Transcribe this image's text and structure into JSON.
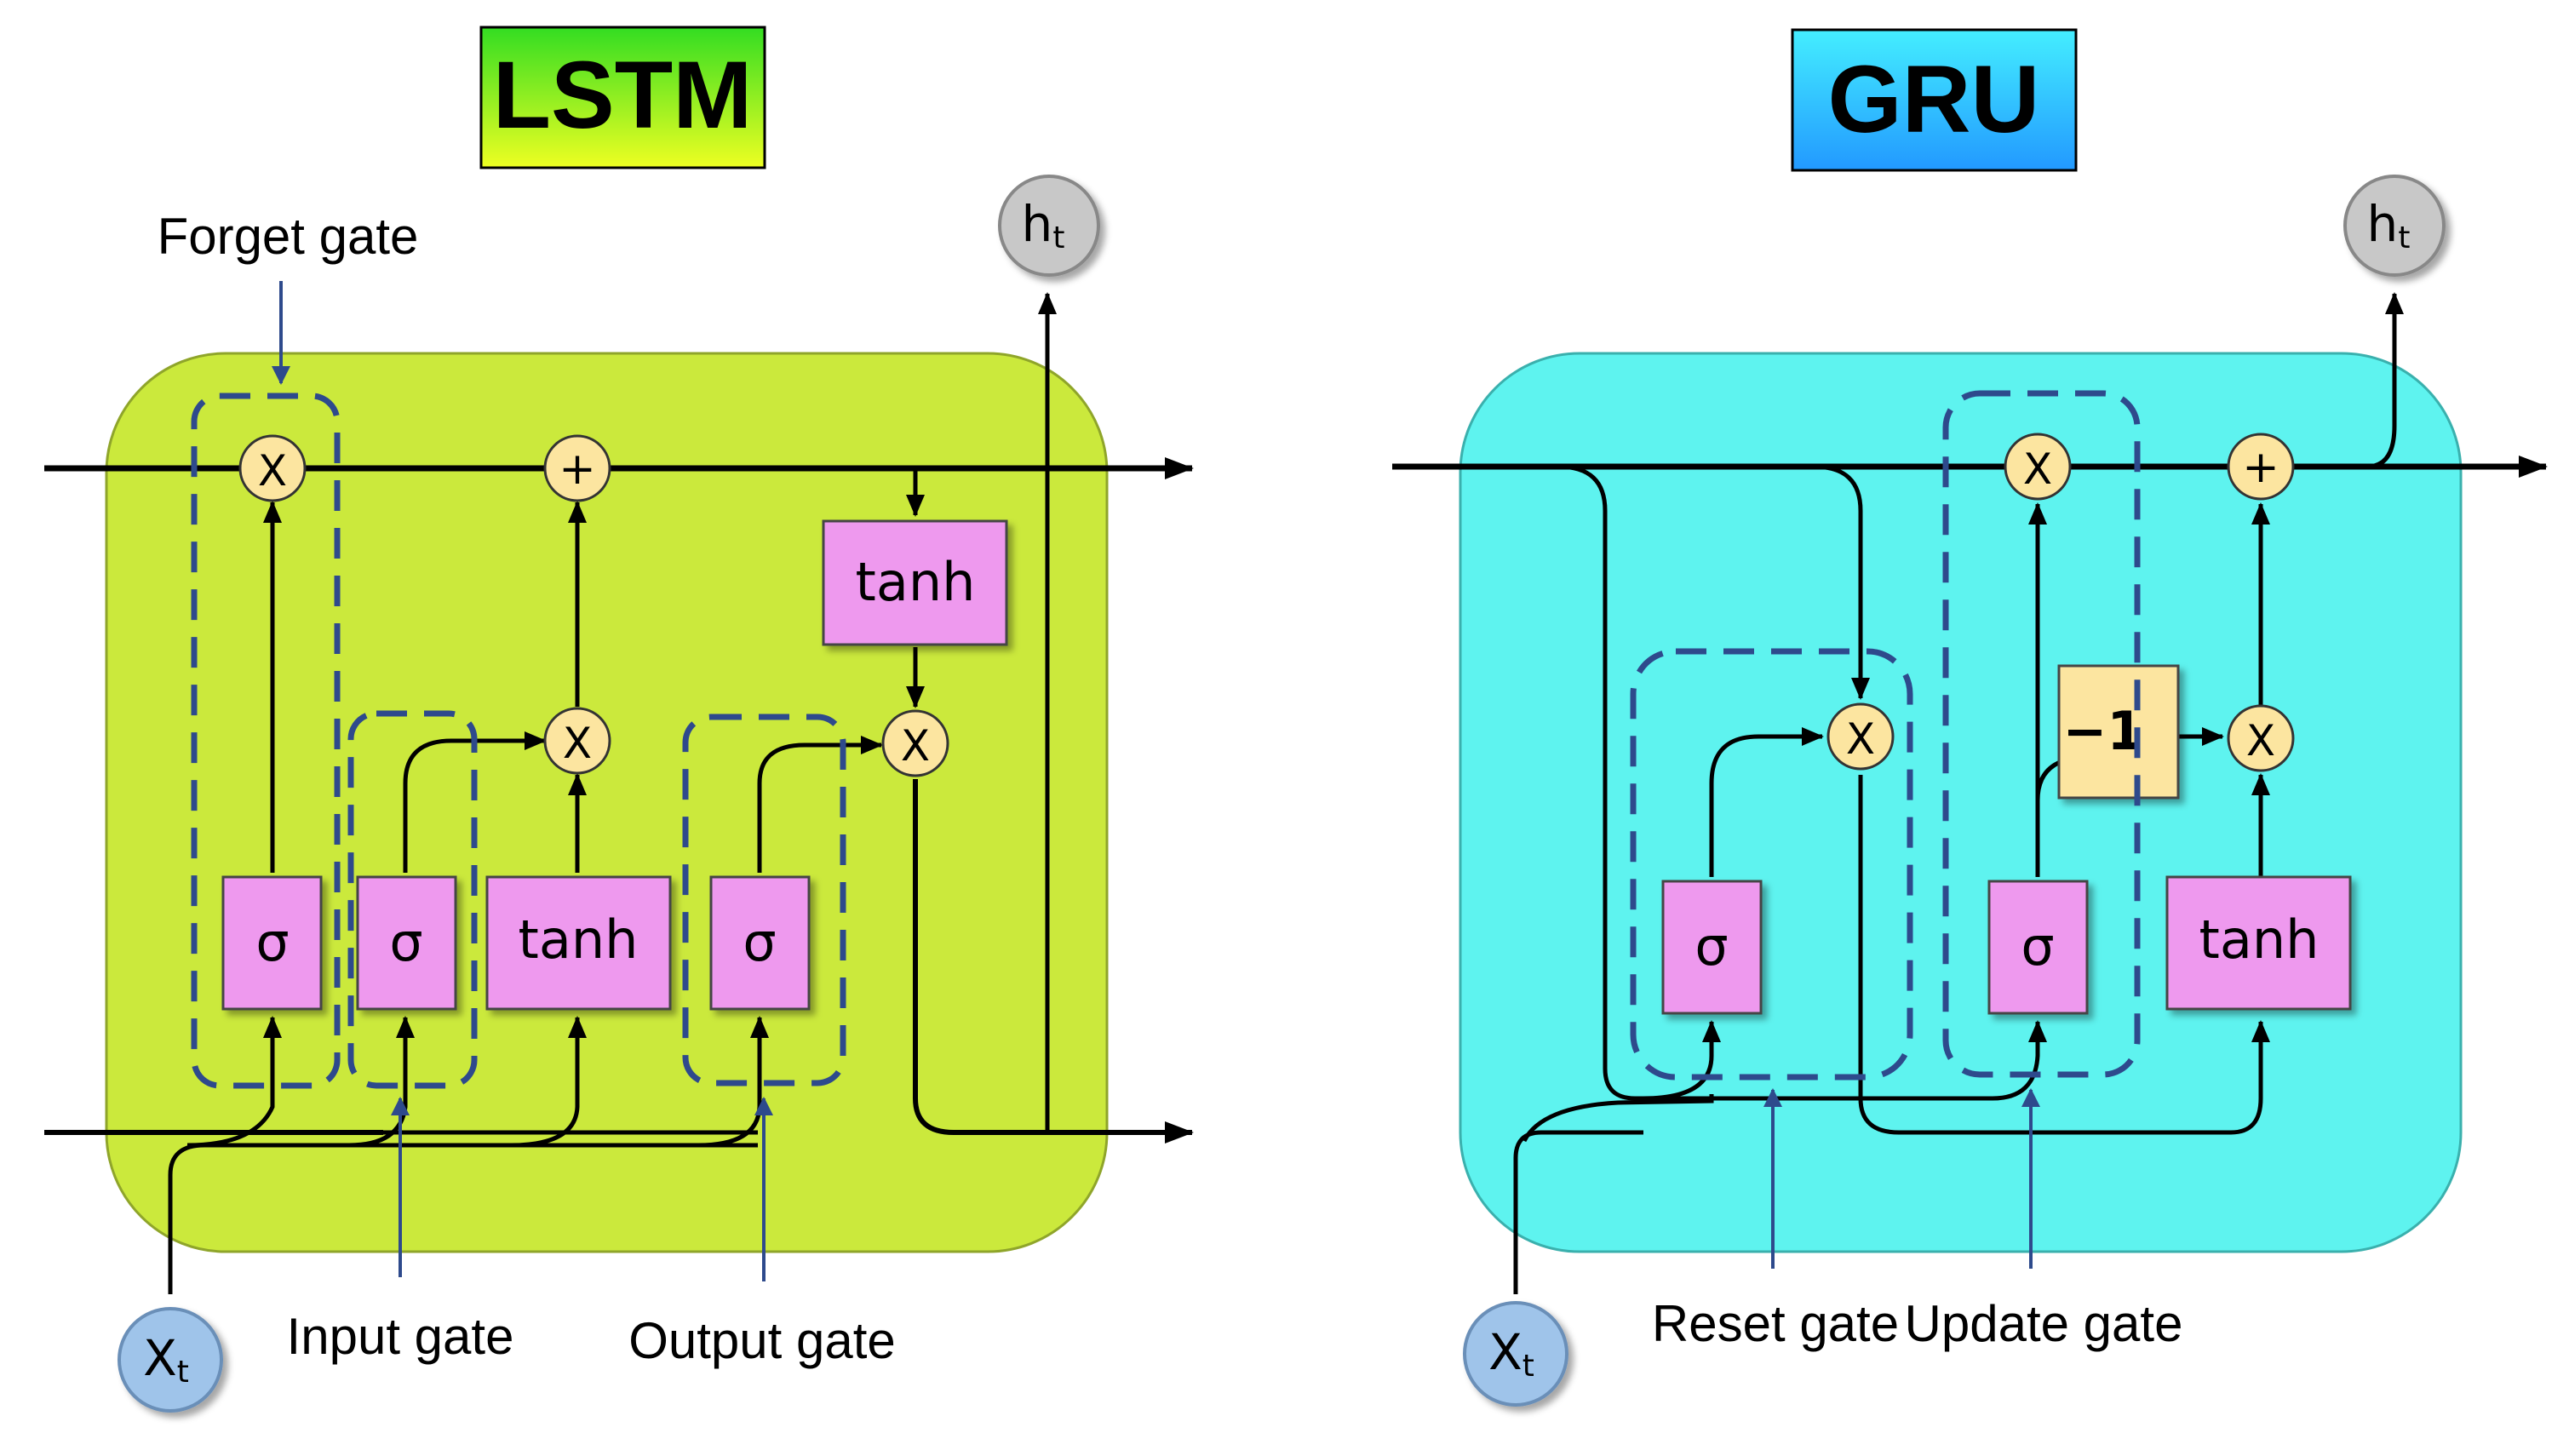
{
  "lstm": {
    "title": "LSTM",
    "output_label": "h",
    "output_sub": "t",
    "input_label": "X",
    "input_sub": "t",
    "ops": {
      "forget_mul": "X",
      "add": "+",
      "input_mul": "X",
      "output_mul": "X"
    },
    "blocks": {
      "forget_sigma": "σ",
      "input_sigma": "σ",
      "cand_tanh": "tanh",
      "output_sigma": "σ",
      "cell_tanh": "tanh"
    },
    "annotations": {
      "forget_gate": "Forget gate",
      "input_gate": "Input gate",
      "output_gate": "Output gate"
    }
  },
  "gru": {
    "title": "GRU",
    "output_label": "h",
    "output_sub": "t",
    "input_label": "X",
    "input_sub": "t",
    "ops": {
      "reset_mul": "X",
      "update_mul": "X",
      "add": "+",
      "cand_mul": "X"
    },
    "blocks": {
      "reset_sigma": "σ",
      "update_sigma": "σ",
      "cand_tanh": "tanh",
      "one_minus": "−1"
    },
    "annotations": {
      "reset_gate": "Reset gate",
      "update_gate": "Update gate"
    }
  },
  "colors": {
    "lstm_cell": "#cbe93c",
    "gru_cell": "#5ef3ef",
    "lstm_title_top": "#33dd22",
    "lstm_title_bottom": "#eeff22",
    "gru_title_top": "#44eeff",
    "gru_title_bottom": "#2299ff",
    "gate_block": "#ee99ee",
    "op_circle": "#fce5a0",
    "one_minus_block": "#fce5a0",
    "io_circle_h": "#c8c8c8",
    "io_circle_x": "#9fc4ea",
    "dash": "#2e4a8c",
    "line": "#000000"
  },
  "icons": {
    "arrow": "arrow-head-icon"
  }
}
